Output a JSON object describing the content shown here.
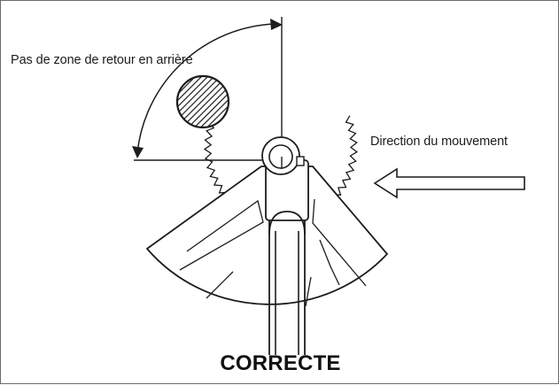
{
  "labels": {
    "no_kickback_zone": "Pas de zone de retour en arrière",
    "movement_direction": "Direction du mouvement",
    "verdict": "CORRECTE"
  },
  "colors": {
    "ink": "#1c1c1c",
    "paper": "#ffffff",
    "frame": "#6a6a6a"
  },
  "icons": {
    "hatched_obstacle": "hatched-circle-icon",
    "direction_arrow": "hollow-arrow-left-icon",
    "saw_blade": "toothed-blade-icon"
  }
}
